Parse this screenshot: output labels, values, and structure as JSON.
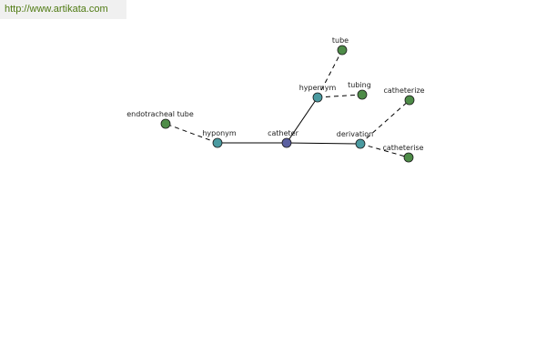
{
  "banner": {
    "url": "http://www.artikata.com",
    "color": "#4f7a12"
  },
  "colors": {
    "center_node": "#5a5fa0",
    "relation_node": "#4a9aa0",
    "leaf_node": "#4e8c48",
    "edge": "#000000",
    "label": "#222222"
  },
  "nodes": [
    {
      "id": "catheter",
      "label": "catheter",
      "kind": "center"
    },
    {
      "id": "hyponym",
      "label": "hyponym",
      "kind": "relation"
    },
    {
      "id": "hypernym",
      "label": "hypernym",
      "kind": "relation"
    },
    {
      "id": "derivation",
      "label": "derivation",
      "kind": "relation"
    },
    {
      "id": "endotracheal-tube",
      "label": "endotracheal tube",
      "kind": "leaf"
    },
    {
      "id": "tube",
      "label": "tube",
      "kind": "leaf"
    },
    {
      "id": "tubing",
      "label": "tubing",
      "kind": "leaf"
    },
    {
      "id": "catheterize",
      "label": "catheterize",
      "kind": "leaf"
    },
    {
      "id": "catheterise",
      "label": "catheterise",
      "kind": "leaf"
    }
  ],
  "edges": [
    {
      "from": "catheter",
      "to": "hyponym",
      "style": "solid"
    },
    {
      "from": "catheter",
      "to": "hypernym",
      "style": "solid"
    },
    {
      "from": "catheter",
      "to": "derivation",
      "style": "solid"
    },
    {
      "from": "hyponym",
      "to": "endotracheal-tube",
      "style": "dashed"
    },
    {
      "from": "hypernym",
      "to": "tube",
      "style": "dashed"
    },
    {
      "from": "hypernym",
      "to": "tubing",
      "style": "dashed"
    },
    {
      "from": "derivation",
      "to": "catheterize",
      "style": "dashed"
    },
    {
      "from": "derivation",
      "to": "catheterise",
      "style": "dashed"
    }
  ]
}
